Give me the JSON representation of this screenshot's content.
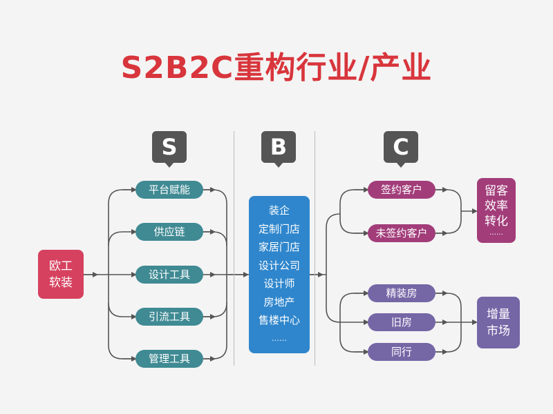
{
  "title": "S2B2C重构行业/产业",
  "sections": {
    "s": "S",
    "b": "B",
    "c": "C"
  },
  "source": {
    "line1": "欧工",
    "line2": "软装"
  },
  "s_items": [
    "平台赋能",
    "供应链",
    "设计工具",
    "引流工具",
    "管理工具"
  ],
  "b_items": [
    "装企",
    "定制门店",
    "家居门店",
    "设计公司",
    "设计师",
    "房地产",
    "售楼中心",
    "……"
  ],
  "c_upper": [
    "签约客户",
    "未签约客户"
  ],
  "c_upper_result": [
    "留客",
    "效率",
    "转化",
    "……"
  ],
  "c_lower": [
    "精装房",
    "旧房",
    "同行"
  ],
  "c_lower_result": [
    "增量",
    "市场"
  ],
  "colors": {
    "title": "#d8353c",
    "source": "#d6415f",
    "s": "#3f8a93",
    "b": "#2f86cc",
    "c_upper": "#a23d7a",
    "c_lower": "#7566a6"
  }
}
